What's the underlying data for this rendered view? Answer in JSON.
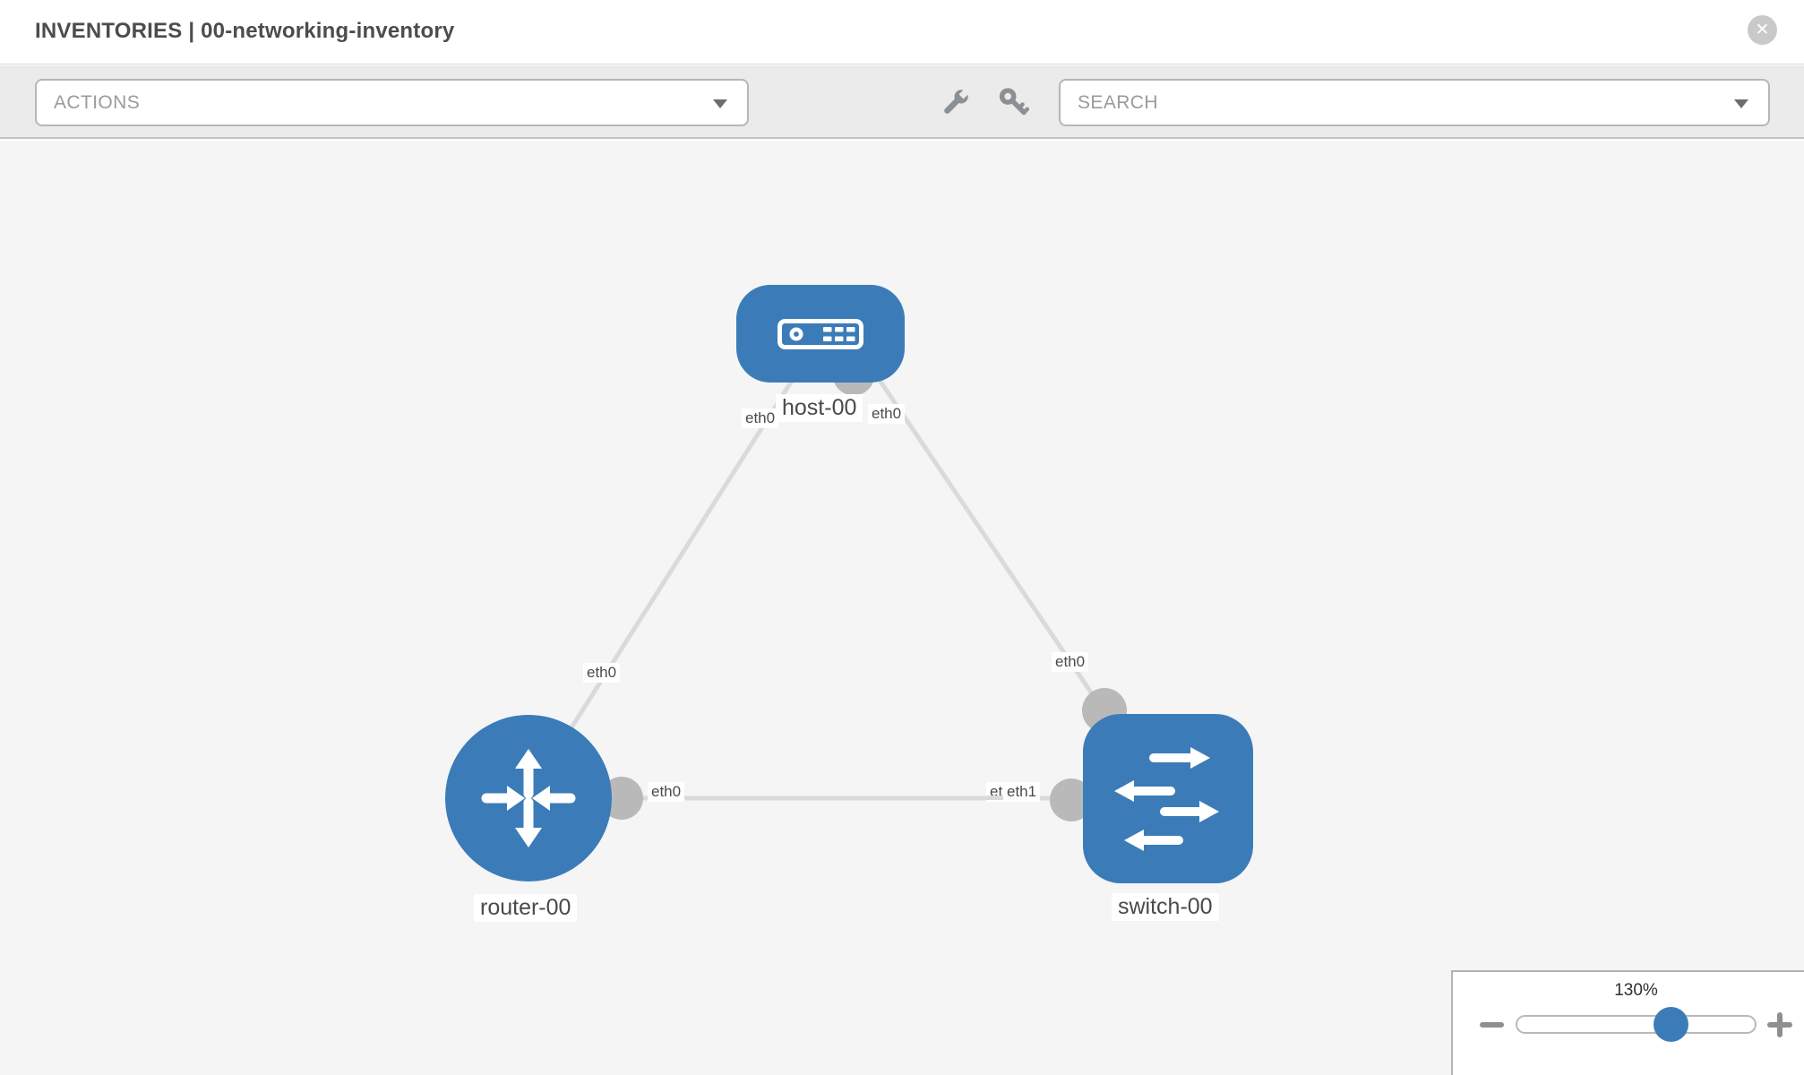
{
  "header": {
    "title": "INVENTORIES | 00-networking-inventory",
    "close_label": "✕"
  },
  "toolbar": {
    "actions_label": "ACTIONS",
    "search_label": "SEARCH"
  },
  "canvas": {
    "nodes": [
      {
        "id": "host-00",
        "type": "host",
        "label": "host-00"
      },
      {
        "id": "router-00",
        "type": "router",
        "label": "router-00"
      },
      {
        "id": "switch-00",
        "type": "switch",
        "label": "switch-00"
      }
    ],
    "links": [
      {
        "from": "host-00",
        "from_interface": "eth0",
        "to": "router-00",
        "to_interface": "eth0"
      },
      {
        "from": "host-00",
        "from_interface": "eth0",
        "to": "switch-00",
        "to_interface": "eth0"
      },
      {
        "from": "router-00",
        "from_interface": "eth0",
        "to": "switch-00",
        "to_interface": "eth1"
      }
    ],
    "eth_labels": {
      "host_left": "eth0",
      "host_right": "eth0",
      "router_top": "eth0",
      "switch_top": "eth0",
      "router_right": "eth0",
      "switch_left_back": "eth0",
      "switch_left_front": "eth1"
    }
  },
  "zoom_control": {
    "level": "130%"
  },
  "colors": {
    "node_blue": "#3b7cb8",
    "link": "#dadada",
    "connector": "#b9b9b9",
    "canvas_bg": "#f5f5f5",
    "toolbar_bg": "#ebebeb"
  }
}
